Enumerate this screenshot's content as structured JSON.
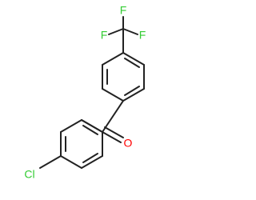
{
  "molecule": {
    "atoms": {
      "fluorine_top": "F",
      "fluorine_left": "F",
      "fluorine_right": "F",
      "oxygen": "O",
      "chlorine": "Cl"
    },
    "colors": {
      "fluorine": "#33cc33",
      "oxygen": "#ff0000",
      "chlorine": "#33cc33",
      "bond": "#222222",
      "background": "#ffffff"
    }
  }
}
